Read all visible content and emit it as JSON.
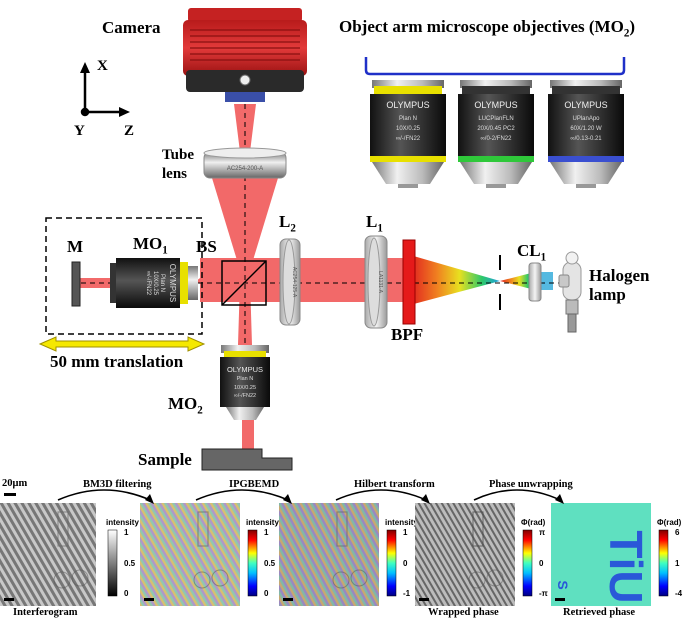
{
  "labels": {
    "camera": "Camera",
    "objectives_title": "Object arm microscope objectives (MO",
    "objectives_title_sub": "2",
    "objectives_title_end": ")",
    "axis_x": "X",
    "axis_y": "Y",
    "axis_z": "Z",
    "tube_lens": "Tube\nlens",
    "tube_lens_1": "Tube",
    "tube_lens_2": "lens",
    "tube_lens_marking": "AC254-200-A",
    "l2_marking": "AC254-125-A",
    "l1_marking": "LA1131-A",
    "M": "M",
    "MO1": "MO",
    "MO1_sub": "1",
    "BS": "BS",
    "L2": "L",
    "L2_sub": "2",
    "L1": "L",
    "L1_sub": "1",
    "CL1": "CL",
    "CL1_sub": "1",
    "halogen_1": "Halogen",
    "halogen_2": "lamp",
    "BPF": "BPF",
    "translation": "50 mm translation",
    "MO2": "MO",
    "MO2_sub": "2",
    "sample": "Sample",
    "scale": "20μm"
  },
  "objectives": [
    {
      "brand": "OLYMPUS",
      "model": "Plan N",
      "spec": "10X/0.25",
      "spec2": "∞/-/FN22",
      "band": "#e8e000"
    },
    {
      "brand": "OLYMPUS",
      "model": "LUCPlanFLN",
      "spec": "20X/0.45 PC2",
      "spec2": "∞/0-2/FN22",
      "band": "#2fc83a"
    },
    {
      "brand": "OLYMPUS",
      "model": "UPlanApo",
      "spec": "60X/1.20 W",
      "spec2": "∞/0.13-0.21",
      "band": "#3a4fd0"
    }
  ],
  "mo1": {
    "brand": "OLYMPUS",
    "model": "Plan N",
    "spec": "10X/0.25",
    "spec2": "∞/-/FN22"
  },
  "mo2": {
    "brand": "OLYMPUS",
    "model": "Plan N",
    "spec": "10X/0.25",
    "spec2": "∞/-/FN22"
  },
  "pipeline": {
    "steps": [
      "BM3D filtering",
      "IPGBEMD",
      "Hilbert transform",
      "Phase unwrapping"
    ],
    "captions": [
      "Interferogram",
      "",
      "",
      "Wrapped phase",
      "Retrieved phase"
    ],
    "colorbars": [
      {
        "title": "intensity",
        "ticks": [
          "1",
          "0.5",
          "0"
        ]
      },
      {
        "title": "intensity",
        "ticks": [
          "1",
          "0.5",
          "0"
        ]
      },
      {
        "title": "intensity",
        "ticks": [
          "1",
          "0",
          "-1"
        ]
      },
      {
        "title": "Φ(rad)",
        "ticks": [
          "π",
          "0",
          "-π"
        ]
      },
      {
        "title": "Φ(rad)",
        "ticks": [
          "6",
          "1",
          "-4"
        ]
      }
    ],
    "retrieved_text": "TiU",
    "retrieved_small": "S"
  }
}
